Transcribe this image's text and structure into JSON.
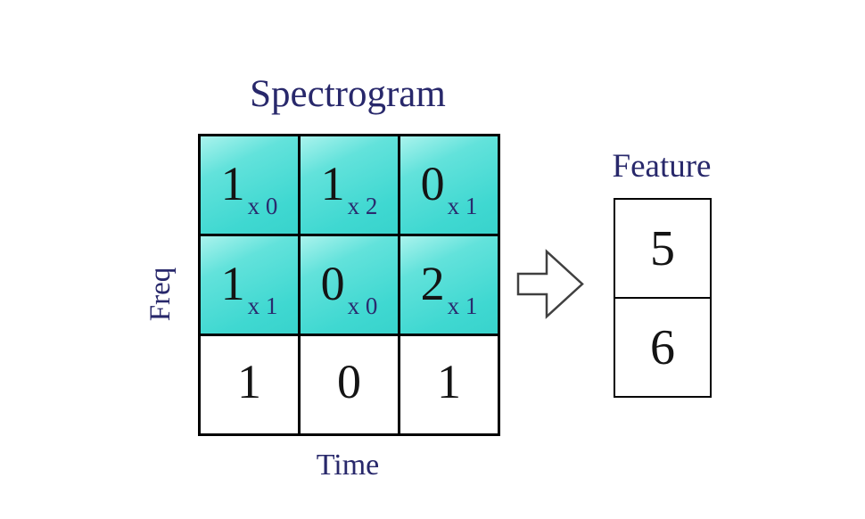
{
  "diagram": {
    "spectrogram": {
      "title": "Spectrogram",
      "freq_axis_label": "Freq",
      "time_axis_label": "Time",
      "rows": [
        {
          "highlighted": true,
          "cells": [
            {
              "value": "1",
              "multiplier": "x 0"
            },
            {
              "value": "1",
              "multiplier": "x 2"
            },
            {
              "value": "0",
              "multiplier": "x 1"
            }
          ]
        },
        {
          "highlighted": true,
          "cells": [
            {
              "value": "1",
              "multiplier": "x 1"
            },
            {
              "value": "0",
              "multiplier": "x 0"
            },
            {
              "value": "2",
              "multiplier": "x 1"
            }
          ]
        },
        {
          "highlighted": false,
          "cells": [
            {
              "value": "1"
            },
            {
              "value": "0"
            },
            {
              "value": "1"
            }
          ]
        }
      ]
    },
    "arrow_icon": "right-block-arrow",
    "feature": {
      "title": "Feature",
      "values": [
        {
          "value": "5"
        },
        {
          "value": "6"
        }
      ]
    },
    "colors": {
      "heading_text": "#28286b",
      "subscript_text": "#2a2a6e",
      "number_text": "#141414",
      "cell_gradient_light": "#aaf3ed",
      "cell_gradient_dark": "#38d3cc",
      "grid_border": "#000000",
      "arrow_outline": "#404040",
      "background": "#ffffff"
    }
  }
}
